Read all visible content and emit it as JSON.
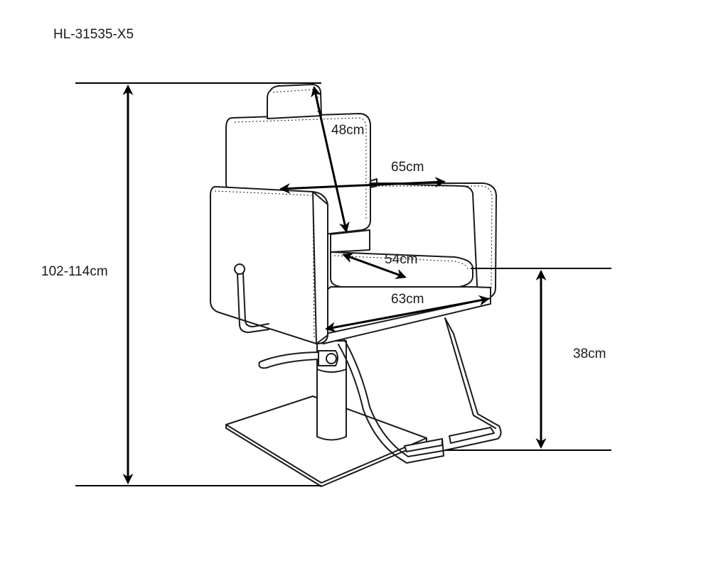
{
  "model": "HL-31535-X5",
  "dimensions": {
    "total_height": "102-114cm",
    "headrest": "48cm",
    "width": "65cm",
    "seat_depth": "54cm",
    "seat_width": "63cm",
    "seat_height": "38cm"
  },
  "colors": {
    "line": "#1a1a1a",
    "background": "#ffffff"
  }
}
